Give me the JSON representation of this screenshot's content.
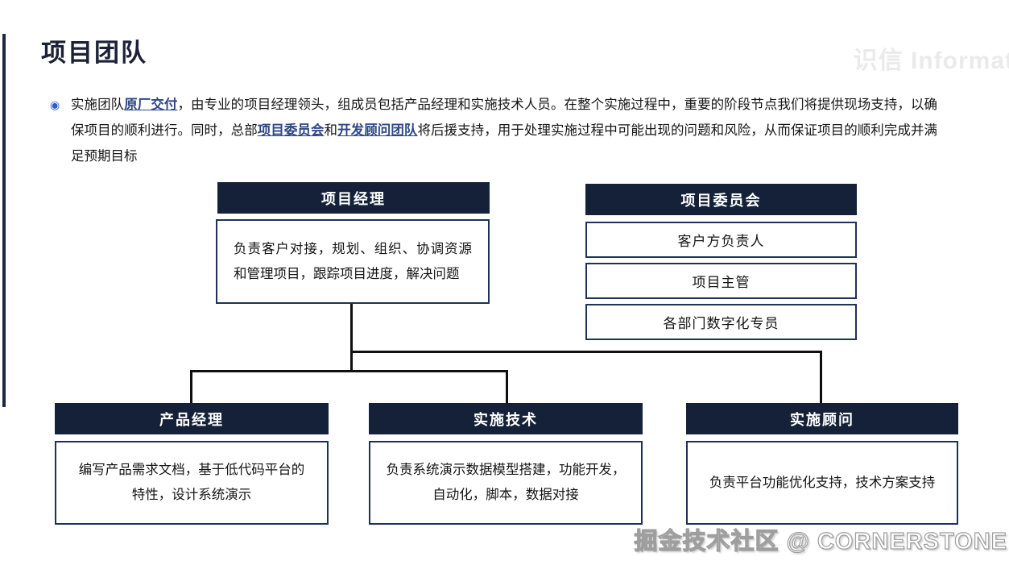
{
  "page": {
    "title": "项目团队"
  },
  "watermarks": {
    "top": "识信 Informat",
    "bottom": "掘金技术社区 @ CORNERSTONE"
  },
  "intro": {
    "bullet_icon": "◉",
    "segments": [
      {
        "text": "实施团队"
      },
      {
        "text": "原厂交付",
        "emphasis": true
      },
      {
        "text": "，由专业的项目经理领头，组成员包括产品经理和实施技术人员。在整个实施过程中，重要的阶段节点我们将提供现场支持，以确保项目的顺利进行。同时，总部"
      },
      {
        "text": "项目委员会",
        "emphasis": true
      },
      {
        "text": "和"
      },
      {
        "text": "开发顾问团队",
        "emphasis": true
      },
      {
        "text": "将后援支持，用于处理实施过程中可能出现的问题和风险，从而保证项目的顺利完成并满足预期目标"
      }
    ]
  },
  "org": {
    "pm": {
      "title": "项目经理",
      "desc": "负责客户对接，规划、组织、协调资源和管理项目，跟踪项目进度，解决问题"
    },
    "committee": {
      "title": "项目委员会",
      "members": [
        "客户方负责人",
        "项目主管",
        "各部门数字化专员"
      ]
    },
    "product": {
      "title": "产品经理",
      "desc": "编写产品需求文档，基于低代码平台的特性，设计系统演示"
    },
    "tech": {
      "title": "实施技术",
      "desc": "负责系统演示数据模型搭建，功能开发，自动化，脚本，数据对接"
    },
    "consult": {
      "title": "实施顾问",
      "desc": "负责平台功能优化支持，技术方案支持"
    }
  },
  "colors": {
    "header_navy": "#142138",
    "box_border_navy": "#1e3257",
    "emphasis_blue": "#2e4886",
    "bullet_blue": "#2f5ccc",
    "connector_black": "#0f0f0f",
    "watermark_gray": "#eaeaea"
  }
}
